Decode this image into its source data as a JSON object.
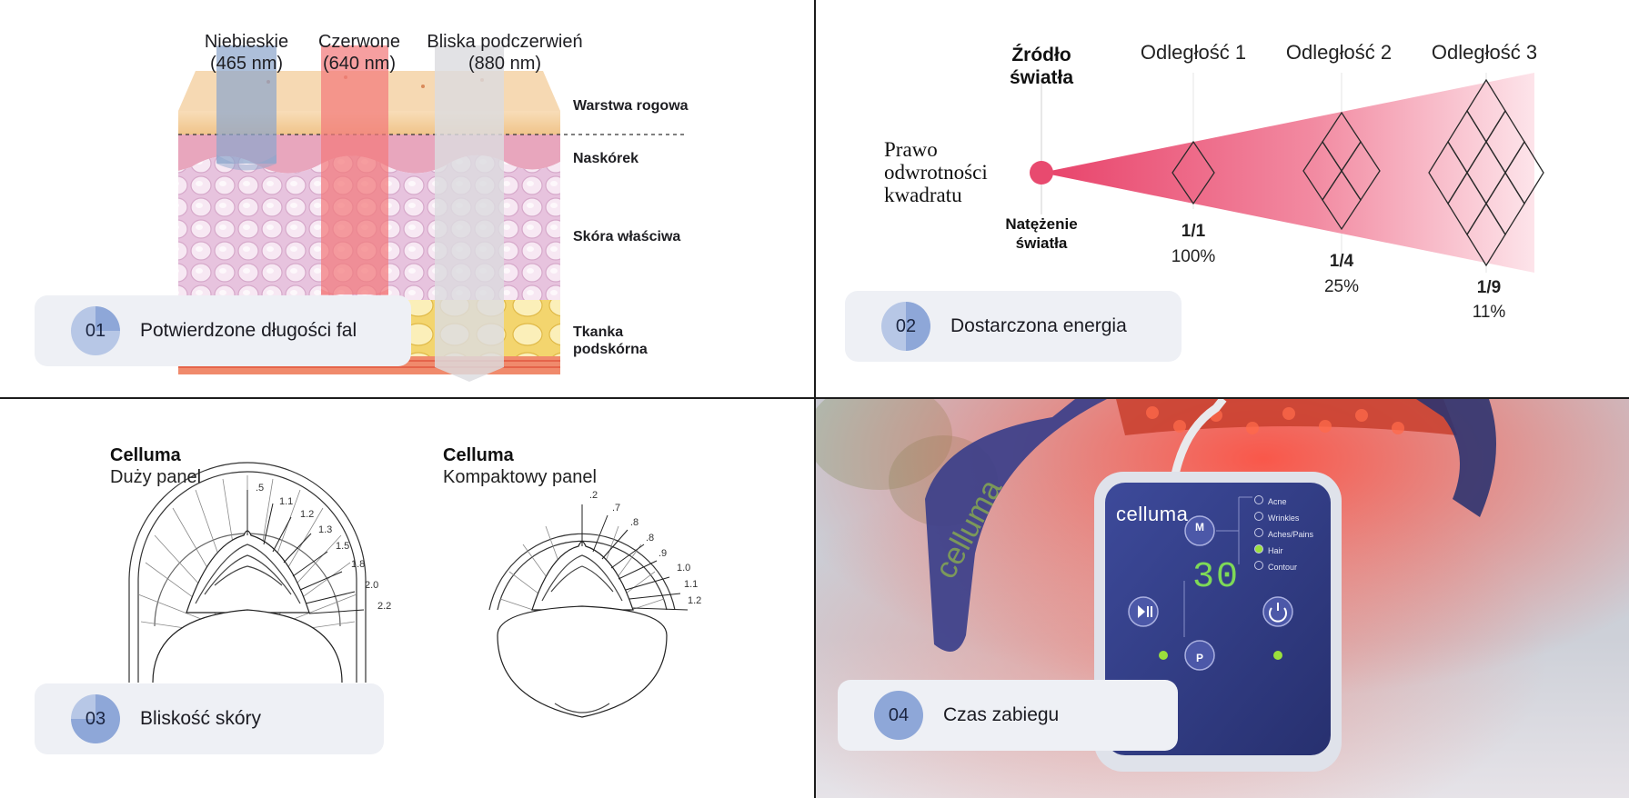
{
  "wavelengths": {
    "blue": {
      "name": "Niebieskie",
      "nm": "(465 nm)",
      "color": "#8aa3c8"
    },
    "red": {
      "name": "Czerwone",
      "nm": "(640 nm)",
      "color": "#f08080"
    },
    "nir": {
      "name": "Bliska podczerwień",
      "nm": "(880 nm)",
      "color": "#d9d9dc"
    }
  },
  "skin_layers": {
    "stratum": "Warstwa rogowa",
    "epidermis": "Naskórek",
    "dermis": "Skóra właściwa",
    "subcutis_line1": "Tkanka",
    "subcutis_line2": "podskórna"
  },
  "energy": {
    "source_line1": "Źródło",
    "source_line2": "światła",
    "intensity_line1": "Natężenie",
    "intensity_line2": "światła",
    "law_line1": "Prawo",
    "law_line2": "odwrotności",
    "law_line3": "kwadratu",
    "distances": [
      {
        "label": "Odległość 1",
        "ratio": "1/1",
        "percent": "100%"
      },
      {
        "label": "Odległość 2",
        "ratio": "1/4",
        "percent": "25%"
      },
      {
        "label": "Odległość 3",
        "ratio": "1/9",
        "percent": "11%"
      }
    ],
    "accent": "#e84a6f"
  },
  "proximity": {
    "large": {
      "brand": "Celluma",
      "name": "Duży panel",
      "scale": [
        ".5",
        "1.1",
        "1.2",
        "1.3",
        "1.5",
        "1.8",
        "2.0",
        "2.2"
      ]
    },
    "compact": {
      "brand": "Celluma",
      "name": "Kompaktowy panel",
      "scale": [
        ".2",
        ".7",
        ".8",
        ".8",
        ".9",
        "1.0",
        "1.1",
        "1.2"
      ]
    }
  },
  "device": {
    "logo": "celluma",
    "strap_logo": "celluma",
    "timer": "30",
    "mode_button": "M",
    "program_button": "P",
    "modes": [
      {
        "label": "Acne",
        "active": false
      },
      {
        "label": "Wrinkles",
        "active": false
      },
      {
        "label": "Aches/Pains",
        "active": false
      },
      {
        "label": "Hair",
        "active": true
      },
      {
        "label": "Contour",
        "active": false
      }
    ],
    "led_color": "#9be03c"
  },
  "cards": [
    {
      "num": "01",
      "label": "Potwierdzone długości fal"
    },
    {
      "num": "02",
      "label": "Dostarczona energia"
    },
    {
      "num": "03",
      "label": "Bliskość skóry"
    },
    {
      "num": "04",
      "label": "Czas zabiegu"
    }
  ],
  "colors": {
    "card_bg": "#eef0f5",
    "badge": "#b7c7e6",
    "badge_dark": "#8ea7d8"
  }
}
